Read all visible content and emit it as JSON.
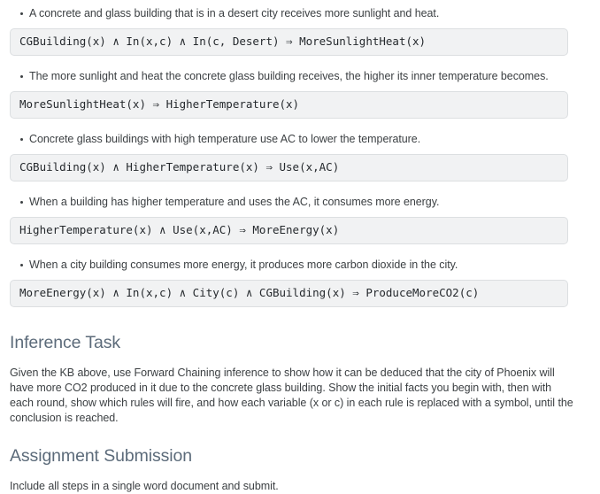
{
  "knowledge_base": {
    "rules": [
      {
        "description": "A concrete and glass building that is in a desert city receives more sunlight and heat.",
        "formula": "CGBuilding(x) ∧ In(x,c) ∧ In(c, Desert) ⇒ MoreSunlightHeat(x)"
      },
      {
        "description": "The more sunlight and heat the concrete glass building receives, the higher its inner temperature becomes.",
        "formula": "MoreSunlightHeat(x) ⇒ HigherTemperature(x)"
      },
      {
        "description": "Concrete glass buildings with high temperature use AC to lower the temperature.",
        "formula": "CGBuilding(x) ∧ HigherTemperature(x) ⇒ Use(x,AC)"
      },
      {
        "description": "When a building has higher temperature and uses the AC, it consumes more energy.",
        "formula": "HigherTemperature(x) ∧ Use(x,AC) ⇒ MoreEnergy(x)"
      },
      {
        "description": "When a city building consumes more energy, it produces more carbon dioxide in the city.",
        "formula": "MoreEnergy(x) ∧ In(x,c) ∧ City(c) ∧ CGBuilding(x) ⇒ ProduceMoreCO2(c)"
      }
    ]
  },
  "inference_task": {
    "heading": "Inference Task",
    "body": "Given the KB above, use Forward Chaining inference to show how it can be deduced that the city of Phoenix will have more CO2 produced in it due to the concrete glass building. Show the initial facts you begin with, then with each round, show which rules will fire, and how each variable (x or c) in each rule is replaced with a symbol, until the conclusion is reached."
  },
  "assignment_submission": {
    "heading": "Assignment Submission",
    "body": "Include all steps in a single word document and submit."
  },
  "colors": {
    "text": "#3c4043",
    "heading": "#5c6b7a",
    "code_text": "#25292d",
    "code_bg": "#f1f2f3",
    "code_border": "#dcdfe1",
    "page_bg": "#ffffff"
  }
}
